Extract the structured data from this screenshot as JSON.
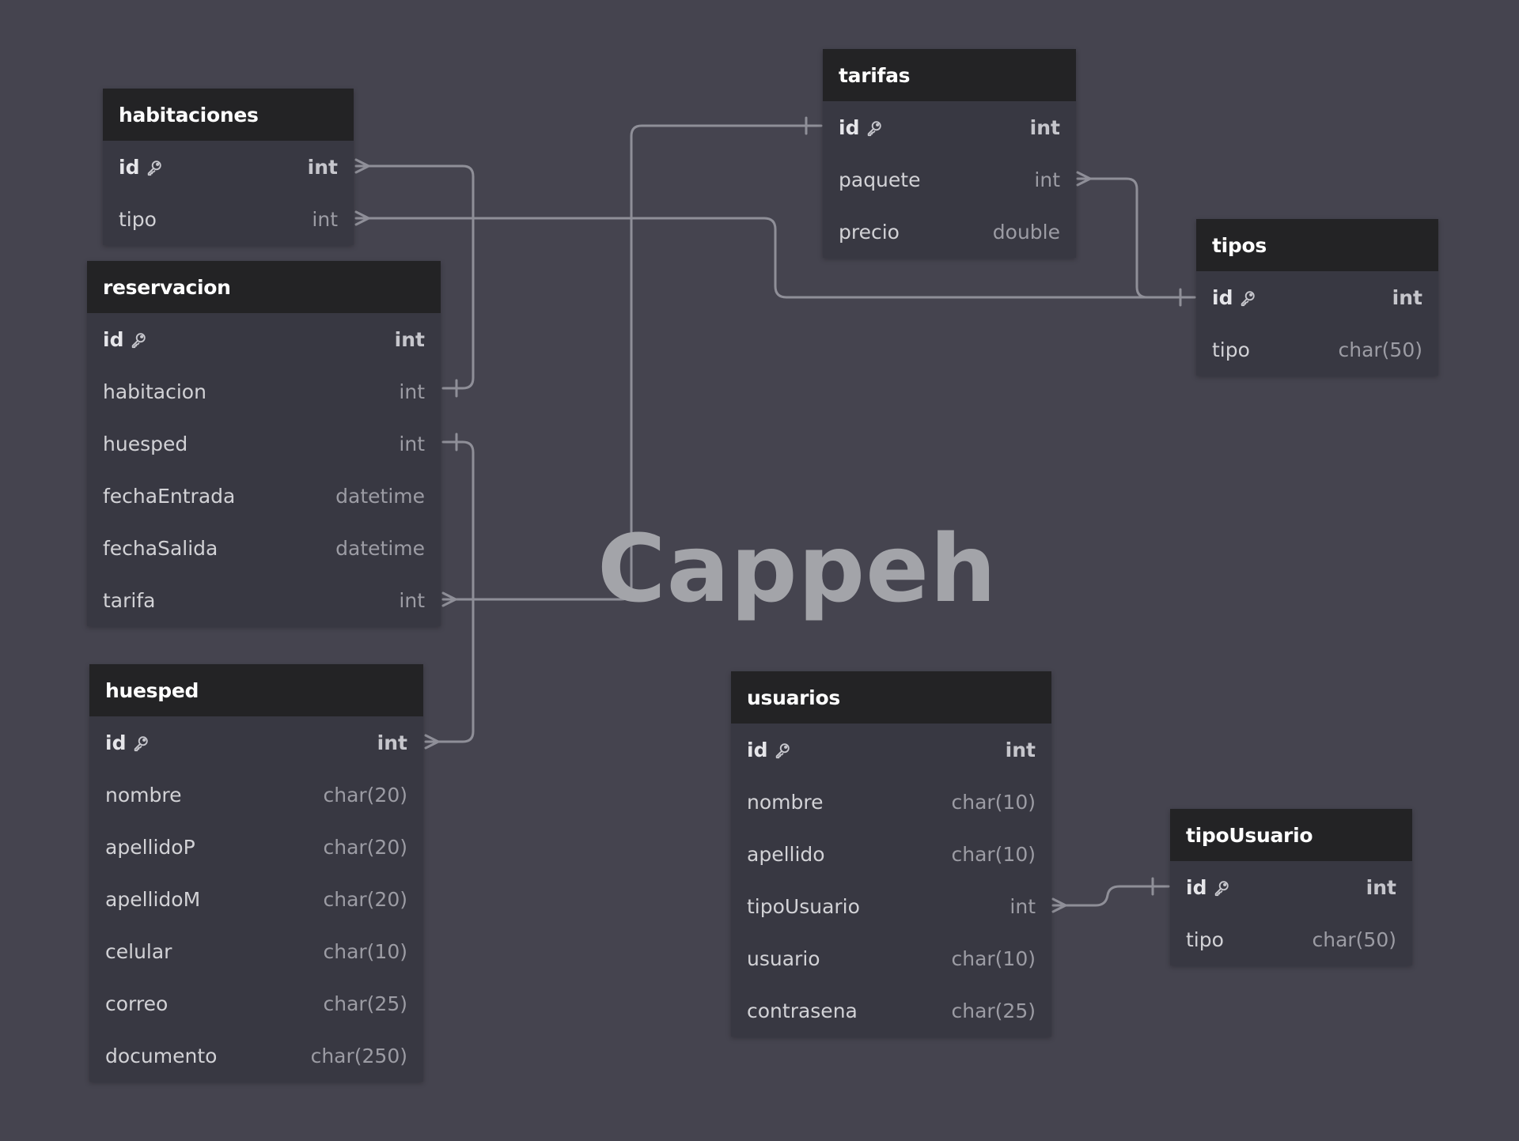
{
  "diagram": {
    "watermark": "Cappeh",
    "colors": {
      "background": "#45444f",
      "table_body": "#383842",
      "table_header": "#232325",
      "connector": "#8f8f98"
    },
    "tables": {
      "habitaciones": {
        "name": "habitaciones",
        "columns": [
          {
            "name": "id",
            "type": "int",
            "pk": true
          },
          {
            "name": "tipo",
            "type": "int",
            "pk": false
          }
        ]
      },
      "reservacion": {
        "name": "reservacion",
        "columns": [
          {
            "name": "id",
            "type": "int",
            "pk": true
          },
          {
            "name": "habitacion",
            "type": "int",
            "pk": false
          },
          {
            "name": "huesped",
            "type": "int",
            "pk": false
          },
          {
            "name": "fechaEntrada",
            "type": "datetime",
            "pk": false
          },
          {
            "name": "fechaSalida",
            "type": "datetime",
            "pk": false
          },
          {
            "name": "tarifa",
            "type": "int",
            "pk": false
          }
        ]
      },
      "huesped": {
        "name": "huesped",
        "columns": [
          {
            "name": "id",
            "type": "int",
            "pk": true
          },
          {
            "name": "nombre",
            "type": "char(20)",
            "pk": false
          },
          {
            "name": "apellidoP",
            "type": "char(20)",
            "pk": false
          },
          {
            "name": "apellidoM",
            "type": "char(20)",
            "pk": false
          },
          {
            "name": "celular",
            "type": "char(10)",
            "pk": false
          },
          {
            "name": "correo",
            "type": "char(25)",
            "pk": false
          },
          {
            "name": "documento",
            "type": "char(250)",
            "pk": false
          }
        ]
      },
      "tarifas": {
        "name": "tarifas",
        "columns": [
          {
            "name": "id",
            "type": "int",
            "pk": true
          },
          {
            "name": "paquete",
            "type": "int",
            "pk": false
          },
          {
            "name": "precio",
            "type": "double",
            "pk": false
          }
        ]
      },
      "tipos": {
        "name": "tipos",
        "columns": [
          {
            "name": "id",
            "type": "int",
            "pk": true
          },
          {
            "name": "tipo",
            "type": "char(50)",
            "pk": false
          }
        ]
      },
      "usuarios": {
        "name": "usuarios",
        "columns": [
          {
            "name": "id",
            "type": "int",
            "pk": true
          },
          {
            "name": "nombre",
            "type": "char(10)",
            "pk": false
          },
          {
            "name": "apellido",
            "type": "char(10)",
            "pk": false
          },
          {
            "name": "tipoUsuario",
            "type": "int",
            "pk": false
          },
          {
            "name": "usuario",
            "type": "char(10)",
            "pk": false
          },
          {
            "name": "contrasena",
            "type": "char(25)",
            "pk": false
          }
        ]
      },
      "tipoUsuario": {
        "name": "tipoUsuario",
        "columns": [
          {
            "name": "id",
            "type": "int",
            "pk": true
          },
          {
            "name": "tipo",
            "type": "char(50)",
            "pk": false
          }
        ]
      }
    },
    "relations": [
      {
        "from": "habitaciones.id",
        "to": "reservacion.habitacion",
        "from_card": "many",
        "to_card": "one"
      },
      {
        "from": "habitaciones.tipo",
        "to": "tipos.id",
        "from_card": "many",
        "to_card": "one"
      },
      {
        "from": "tarifas.paquete",
        "to": "tipos.id",
        "from_card": "many",
        "to_card": "one"
      },
      {
        "from": "reservacion.tarifa",
        "to": "tarifas.id",
        "from_card": "many",
        "to_card": "one"
      },
      {
        "from": "huesped.id",
        "to": "reservacion.huesped",
        "from_card": "many",
        "to_card": "one"
      },
      {
        "from": "usuarios.tipoUsuario",
        "to": "tipoUsuario.id",
        "from_card": "many",
        "to_card": "one"
      }
    ]
  }
}
